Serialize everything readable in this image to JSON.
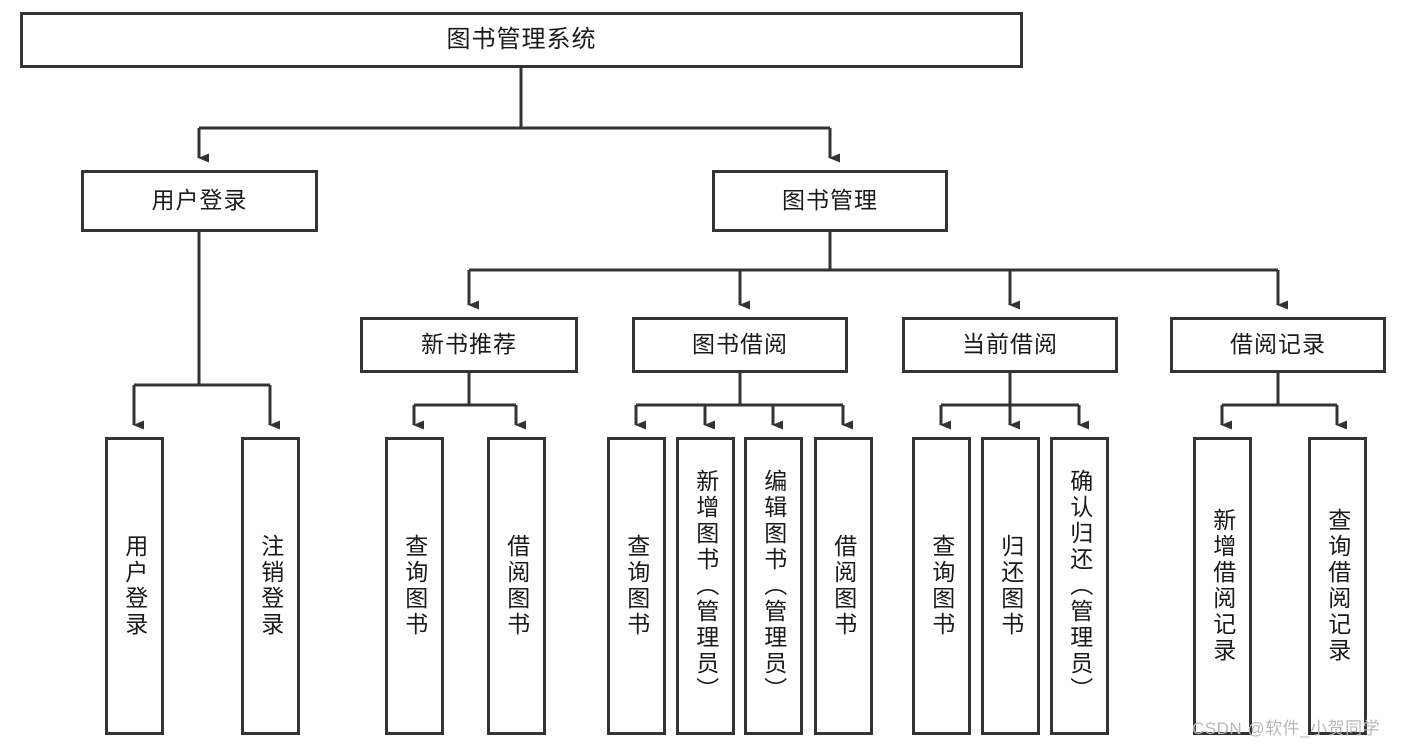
{
  "diagram": {
    "title": "图书管理系统",
    "type": "hierarchy-tree",
    "root": {
      "label": "图书管理系统"
    },
    "level1": [
      {
        "label": "用户登录"
      },
      {
        "label": "图书管理"
      }
    ],
    "level2": [
      {
        "label": "新书推荐"
      },
      {
        "label": "图书借阅"
      },
      {
        "label": "当前借阅"
      },
      {
        "label": "借阅记录"
      }
    ],
    "leaves_user_login": [
      {
        "label": "用户登录"
      },
      {
        "label": "注销登录"
      }
    ],
    "leaves_new_book": [
      {
        "label": "查询图书"
      },
      {
        "label": "借阅图书"
      }
    ],
    "leaves_borrow": [
      {
        "label": "查询图书"
      },
      {
        "label": "新增图书（管理员）"
      },
      {
        "label": "编辑图书（管理员）"
      },
      {
        "label": "借阅图书"
      }
    ],
    "leaves_current": [
      {
        "label": "查询图书"
      },
      {
        "label": "归还图书"
      },
      {
        "label": "确认归还（管理员）"
      }
    ],
    "leaves_record": [
      {
        "label": "新增借阅记录"
      },
      {
        "label": "查询借阅记录"
      }
    ]
  },
  "watermark": {
    "text": "CSDN @软件_小贺同学"
  },
  "colors": {
    "stroke": "#333333",
    "text": "#1a1a1a",
    "background": "#ffffff",
    "watermark": "#b8b8b8"
  }
}
